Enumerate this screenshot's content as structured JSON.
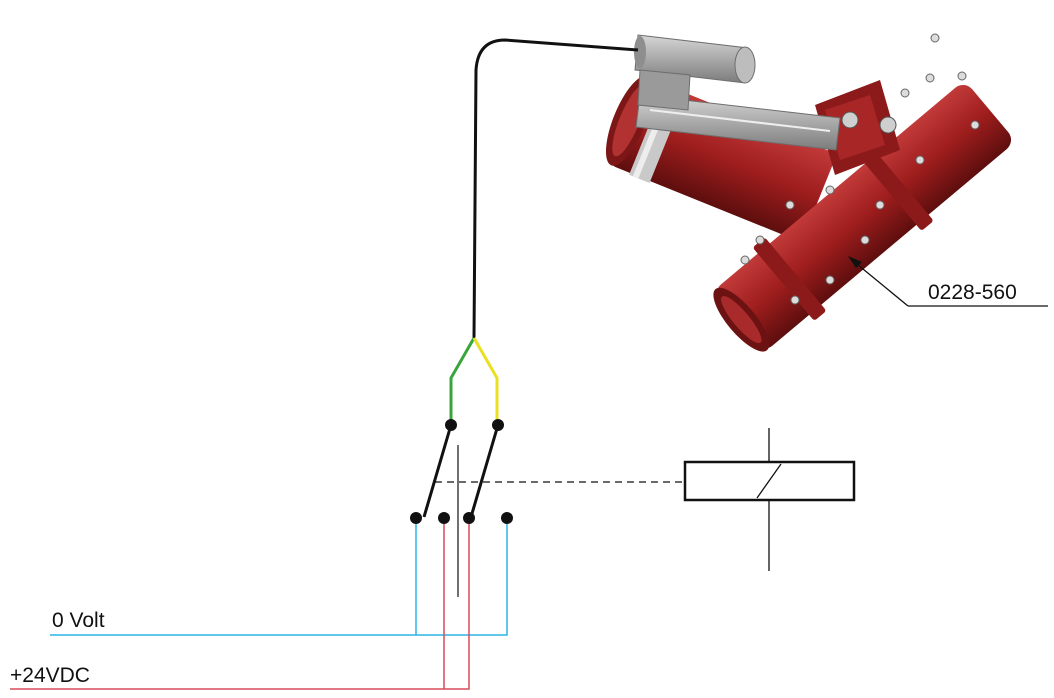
{
  "part_label": "0228-560",
  "supply_labels": {
    "zero_volt": "0 Volt",
    "plus_24vdc": "+24VDC"
  },
  "wire_colors": {
    "cable": "#111111",
    "green": "#3aa53a",
    "yellow": "#e8e020",
    "blue": "#2bb3e6",
    "red": "#d94c5a",
    "valve_red": "#9e1d1d",
    "actuator_grey": "#a9a9a9"
  }
}
